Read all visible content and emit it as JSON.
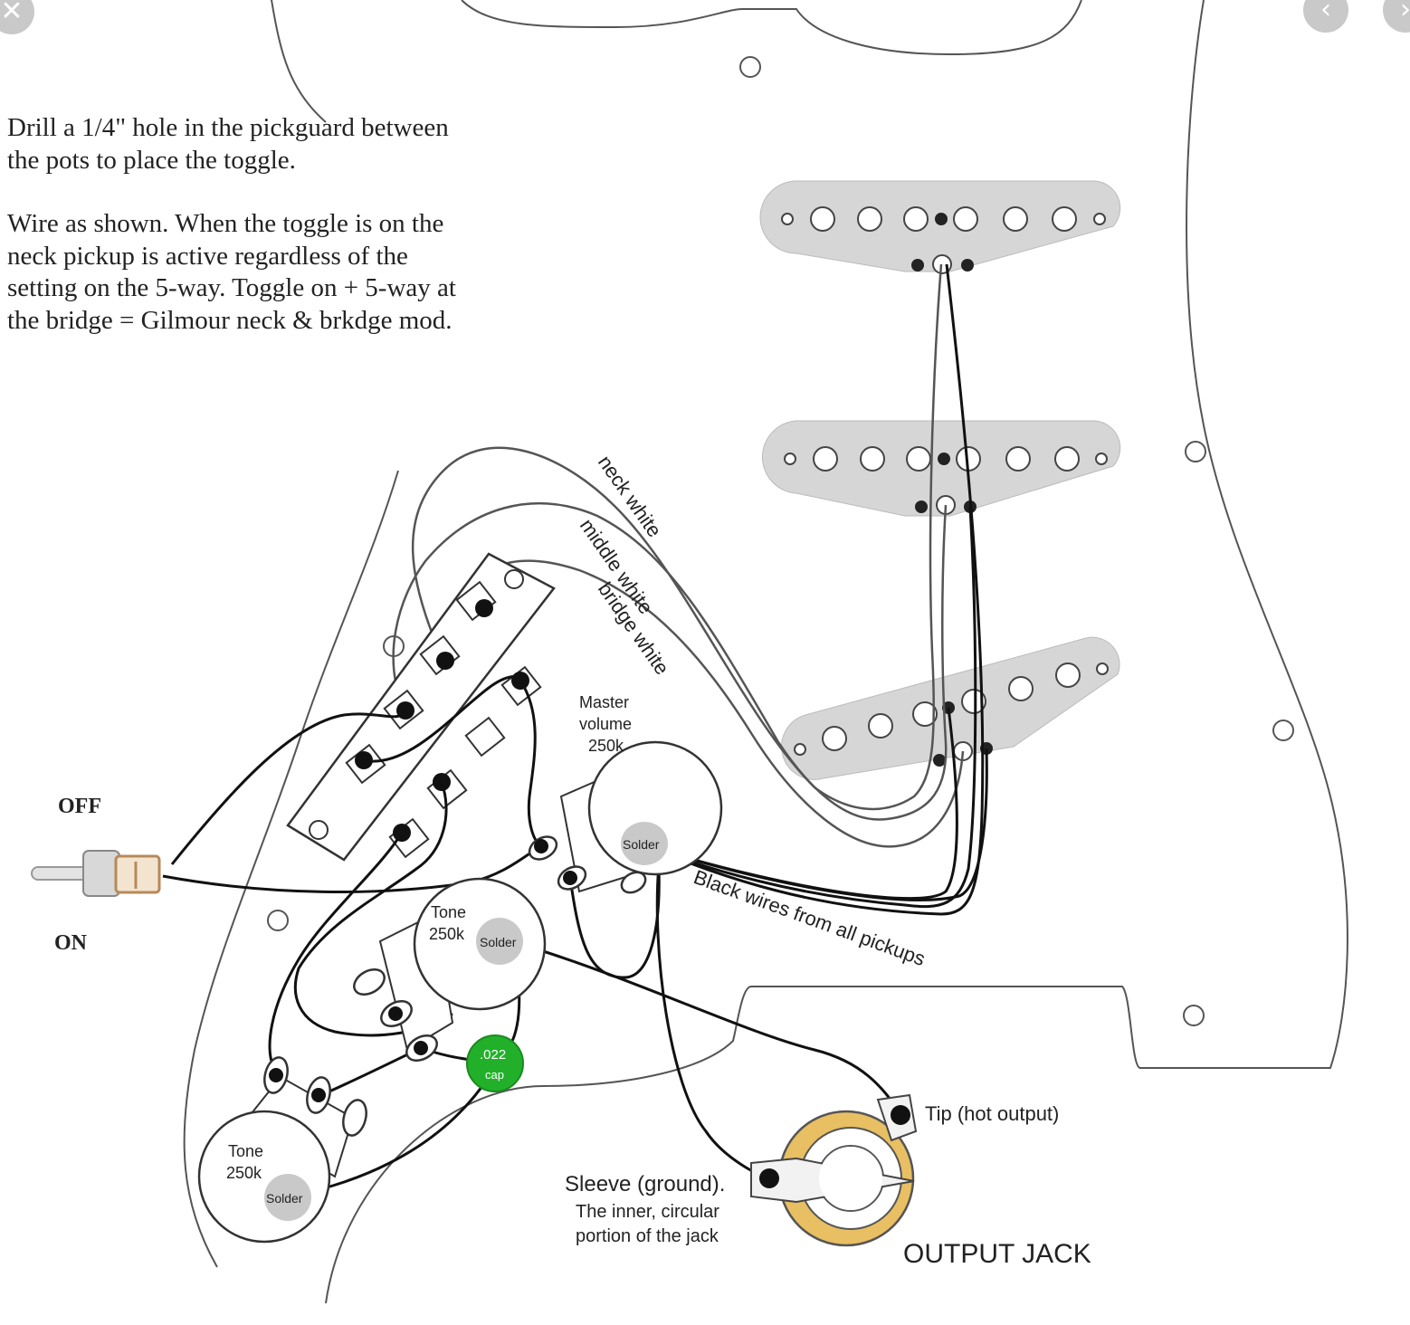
{
  "instructions": {
    "paragraph1": "Drill a 1/4\" hole in the pickguard between the pots to place the toggle.",
    "paragraph2": "Wire as shown. When the toggle is on the neck pickup is active regardless of the setting on the 5-way. Toggle on + 5-way at the bridge = Gilmour neck & brkdge mod."
  },
  "labels": {
    "toggle_off": "OFF",
    "toggle_on": "ON",
    "neck_white": "neck white",
    "middle_white": "middle white",
    "bridge_white": "bridge white",
    "master_volume_line1": "Master",
    "master_volume_line2": "volume",
    "master_volume_line3": "250k",
    "solder": "Solder",
    "tone1_line1": "Tone",
    "tone1_line2": "250k",
    "tone2_line1": "Tone",
    "tone2_line2": "250k",
    "cap_line1": ".022",
    "cap_line2": "cap",
    "black_wires": "Black wires from all pickups",
    "tip": "Tip (hot output)",
    "sleeve_line1": "Sleeve (ground).",
    "sleeve_line2": "The inner, circular",
    "sleeve_line3": "portion of the jack",
    "output_jack": "OUTPUT JACK"
  },
  "icons": {
    "close": "close-icon",
    "prev": "chevron-left-icon",
    "next": "chevron-right-icon"
  },
  "colors": {
    "pickup_fill": "#d6d6d6",
    "cap_green": "#22b02a",
    "jack_gold": "#e8bf62",
    "solder_gray": "#c9c9c9",
    "wire": "#111111"
  }
}
